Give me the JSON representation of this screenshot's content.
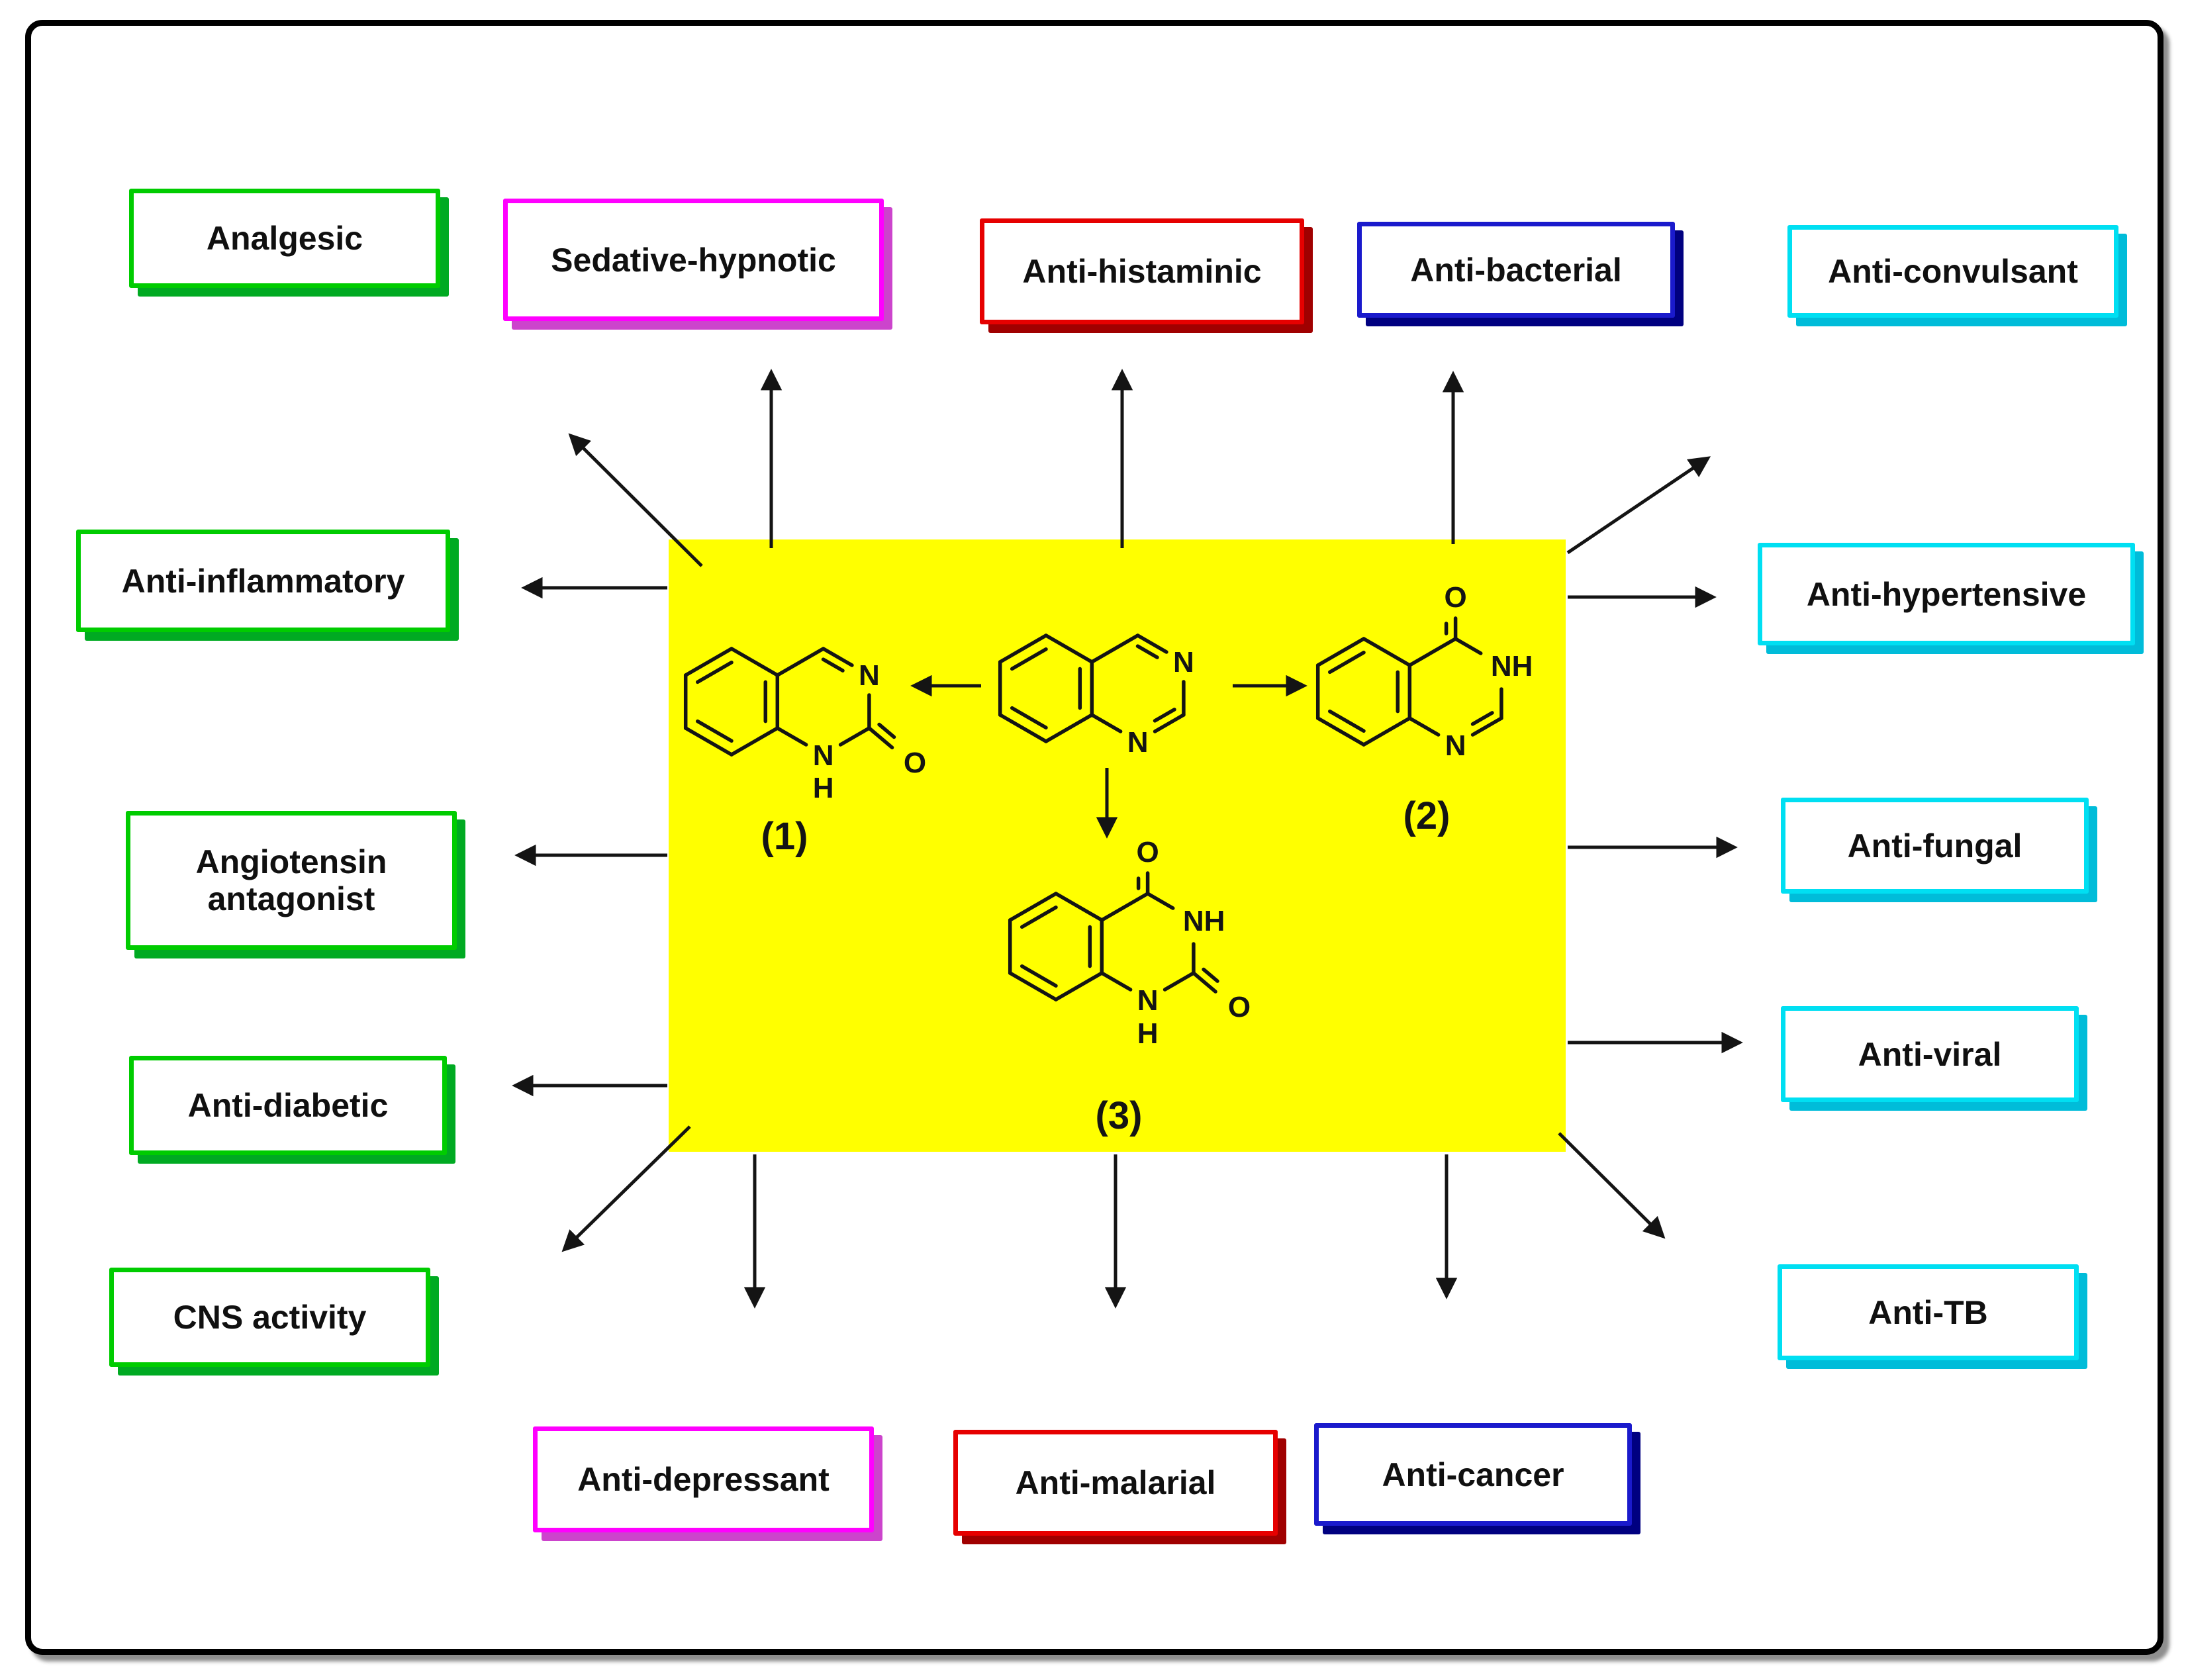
{
  "palette": {
    "panel_yellow": "#ffff00",
    "line_black": "#141414",
    "green": "#00cc00",
    "magenta": "#ff00ff",
    "red": "#e60000",
    "blue": "#1a1acc",
    "cyan": "#00dff2"
  },
  "structures": {
    "core": {
      "n3": "N",
      "n1": "N"
    },
    "s1": {
      "caption": "(1)",
      "n3": "N",
      "n1": "N",
      "n1_h": "H",
      "o2": "O"
    },
    "s2": {
      "caption": "(2)",
      "o4": "O",
      "n3": "NH",
      "n1": "N"
    },
    "s3": {
      "caption": "(3)",
      "o4": "O",
      "n3": "NH",
      "o2": "O",
      "n1": "N",
      "n1_h": "H"
    }
  },
  "activity_labels": [
    {
      "text": "Analgesic",
      "color": "green"
    },
    {
      "text": "Sedative-hypnotic",
      "color": "magenta"
    },
    {
      "text": "Anti-histaminic",
      "color": "red"
    },
    {
      "text": "Anti-bacterial",
      "color": "blue"
    },
    {
      "text": "Anti-convulsant",
      "color": "cyan"
    },
    {
      "text": "Anti-inflammatory",
      "color": "green"
    },
    {
      "text": "Angiotensin antagonist",
      "color": "green"
    },
    {
      "text": "Anti-diabetic",
      "color": "green"
    },
    {
      "text": "CNS activity",
      "color": "green"
    },
    {
      "text": "Anti-hypertensive",
      "color": "cyan"
    },
    {
      "text": "Anti-fungal",
      "color": "cyan"
    },
    {
      "text": "Anti-viral",
      "color": "cyan"
    },
    {
      "text": "Anti-TB",
      "color": "cyan"
    },
    {
      "text": "Anti-depressant",
      "color": "magenta"
    },
    {
      "text": "Anti-malarial",
      "color": "red"
    },
    {
      "text": "Anti-cancer",
      "color": "blue"
    }
  ]
}
